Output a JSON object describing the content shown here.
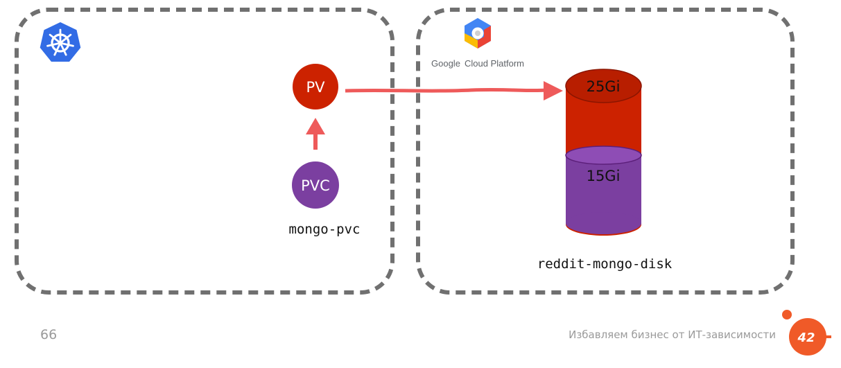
{
  "kubernetes": {
    "pv_label": "PV",
    "pvc_label": "PVC",
    "pvc_name": "mongo-pvc"
  },
  "gcp": {
    "brand_google": "Google",
    "brand_cloud_platform": "Cloud Platform",
    "disk_capacity": "25Gi",
    "claimed_size": "15Gi",
    "disk_name": "reddit-mongo-disk"
  },
  "footer": {
    "page_number": "66",
    "tagline": "Избавляем бизнес от ИТ-зависимости",
    "logo_text": "42"
  },
  "colors": {
    "pv": "#cc2200",
    "pvc": "#7b3fa0",
    "arrow": "#ee5a5a",
    "dash_border": "#707070",
    "disk_red": "#cc2200",
    "disk_purple": "#7b3fa0",
    "k8s_blue": "#326ce5",
    "brand_orange": "#f05a28"
  }
}
